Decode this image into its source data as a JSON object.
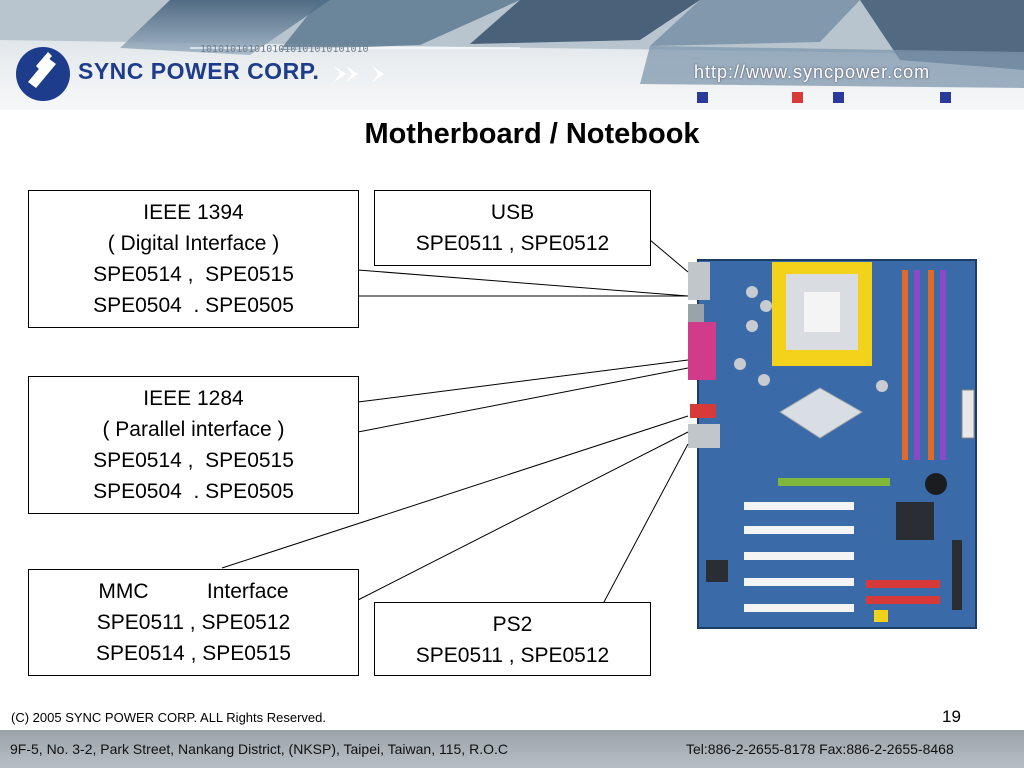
{
  "header": {
    "company_name": "SYNC POWER CORP.",
    "url": "http://www.syncpower.com",
    "colors": {
      "brand_blue": "#1e3c8c",
      "accent_red": "#d83a3a",
      "accent_navy": "#2b3a9a"
    }
  },
  "slide": {
    "title": "Motherboard / Notebook"
  },
  "boxes": {
    "ieee1394": {
      "lines": [
        "IEEE 1394",
        "( Digital Interface )",
        "SPE0514 ,  SPE0515",
        "SPE0504  . SPE0505"
      ]
    },
    "usb": {
      "lines": [
        "USB",
        "SPE0511 , SPE0512"
      ]
    },
    "ieee1284": {
      "lines": [
        "IEEE 1284",
        "( Parallel interface )",
        "SPE0514 ,  SPE0515",
        "SPE0504  . SPE0505"
      ]
    },
    "mmc": {
      "lines": [
        "MMC          Interface",
        "SPE0511 , SPE0512",
        "SPE0514 , SPE0515"
      ]
    },
    "ps2": {
      "lines": [
        "PS2",
        "SPE0511 , SPE0512"
      ]
    }
  },
  "board_image": {
    "icon": "motherboard-illustration"
  },
  "footer": {
    "copyright": "(C) 2005 SYNC POWER CORP. ALL Rights Reserved.",
    "page_number": "19",
    "address": "9F-5, No. 3-2, Park Street, Nankang District, (NKSP), Taipei,  Taiwan, 115, R.O.C",
    "contact": "Tel:886-2-2655-8178  Fax:886-2-2655-8468"
  }
}
